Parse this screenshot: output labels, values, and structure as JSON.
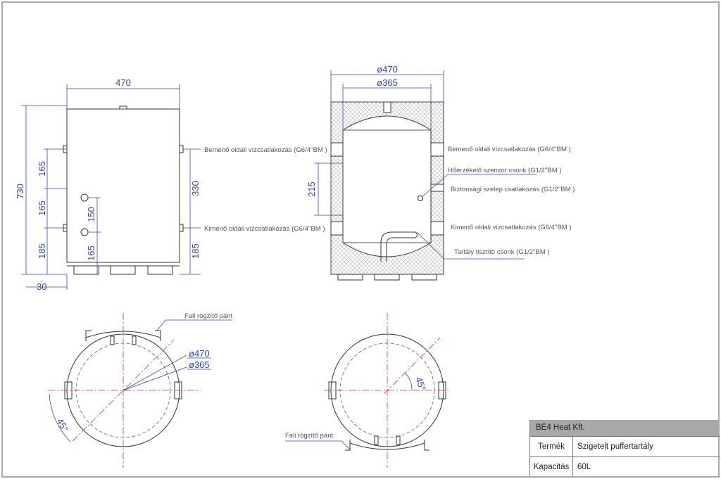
{
  "front_view": {
    "width_dim": "470",
    "height_dim": "730",
    "left_chain": [
      "165",
      "165",
      "185"
    ],
    "foot_dim": "30",
    "right_chain": [
      "330",
      "185"
    ],
    "inner_chain": [
      "150",
      "165"
    ],
    "inlet_label": "Bemenő oldali vízcsatlakozás (G6/4''BM )",
    "outlet_label": "Kimenő oldali vízcsatlakozás  (G6/4''BM )"
  },
  "section_view": {
    "outer_dim": "ø470",
    "inner_dim": "ø365",
    "sensor_spacing_dim": "215",
    "inlet_label": "Bemenő oldali vízcsatlakozás (G6/4''BM )",
    "sensor_label": "Hőérzékelő szenzor csonk  (G1/2''BM )",
    "safety_valve_label": "Biztonsági szelep csatlakozás   (G1/2''BM )",
    "outlet_label": "Kimenő oldali vízcsatlakozás (G6/4''BM )",
    "cleaning_label": "Tartály tisztító csonk  (G1/2''BM )"
  },
  "top_view_left": {
    "bracket_label": "Fali rögzítő pánt",
    "outer_dim": "ø470",
    "inner_dim": "ø365",
    "angle": "45°"
  },
  "top_view_right": {
    "bracket_label": "Fali rögzítő pánt",
    "angle": "45°"
  },
  "title_block": {
    "company": "BE4 Heat Kft.",
    "product_key": "Termék",
    "product_value": "Szigetelt puffertartály",
    "capacity_key": "Kapacitás",
    "capacity_value": "60L"
  }
}
